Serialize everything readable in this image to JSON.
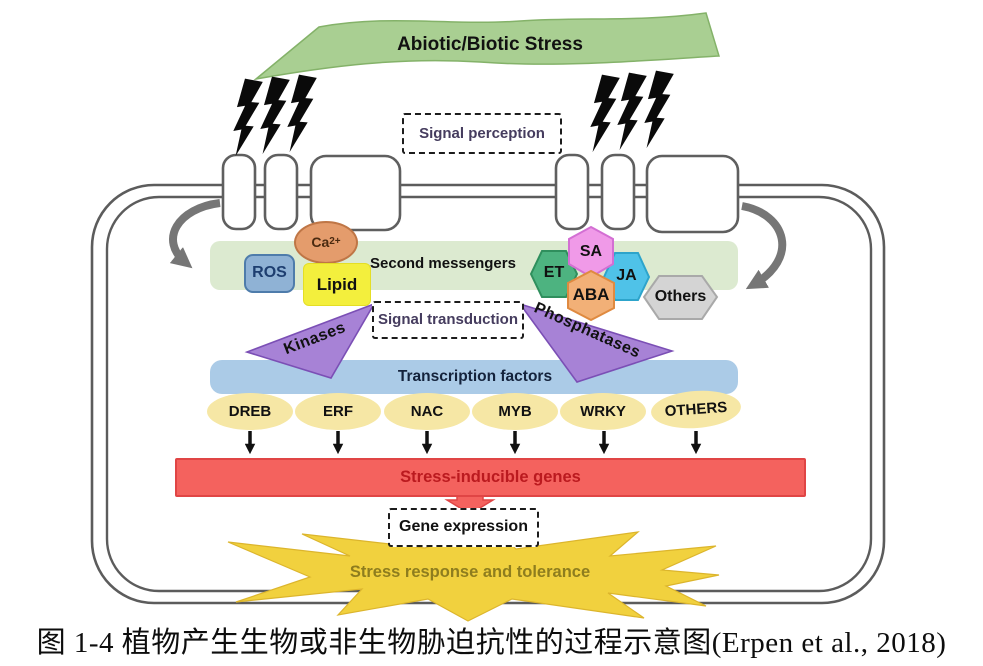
{
  "banner": {
    "label": "Abiotic/Biotic Stress"
  },
  "perception": {
    "label": "Signal perception"
  },
  "messengers": {
    "bar_label": "Second messengers",
    "ros": "ROS",
    "ca_base": "Ca",
    "ca_sup": "2+",
    "lipid": "Lipid"
  },
  "hormones": {
    "et": "ET",
    "sa": "SA",
    "aba": "ABA",
    "ja": "JA",
    "others": "Others"
  },
  "transduction": {
    "label": "Signal transduction",
    "kinases": "Kinases",
    "phosphatases": "Phosphatases"
  },
  "tf": {
    "bar_label": "Transcription factors",
    "factors": [
      "DREB",
      "ERF",
      "NAC",
      "MYB",
      "WRKY",
      "OTHERS"
    ]
  },
  "genes": {
    "label": "Stress-inducible genes"
  },
  "expression": {
    "label": "Gene expression"
  },
  "outcome": {
    "label": "Stress response and tolerance"
  },
  "caption": "图 1-4 植物产生生物或非生物胁迫抗性的过程示意图(Erpen et al., 2018)",
  "colors": {
    "banner_green": "#a9cf92",
    "bar_green": "#dcead0",
    "ros_blue": "#8fb2d5",
    "ca_orange": "#e49c6c",
    "lipid_yellow": "#f3ef3d",
    "sa_pink": "#f09ae8",
    "et_green": "#4db380",
    "ja_cyan": "#4fc2e8",
    "aba_orange": "#f2b077",
    "others_gray": "#d4d4d4",
    "kinase_purple": "#a782d6",
    "tf_blue": "#abcbe7",
    "oval_yellow": "#f6e7a5",
    "genes_red": "#f4625e",
    "genes_text_red": "#bb1a1f",
    "burst_yellow": "#f1d13e"
  }
}
